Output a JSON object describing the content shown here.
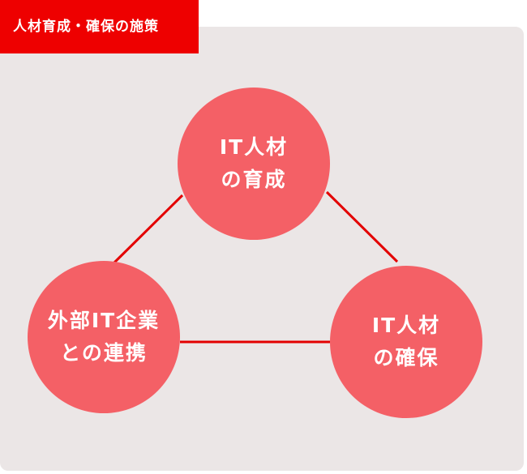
{
  "header": {
    "title": "人材育成・確保の施策"
  },
  "nodes": {
    "top": {
      "line1": "IT人材",
      "line2": "の育成"
    },
    "left": {
      "line1": "外部IT企業",
      "line2": "との連携"
    },
    "right": {
      "line1": "IT人材",
      "line2": "の確保"
    }
  },
  "colors": {
    "accent": "#ee0000",
    "node_fill": "#f46066",
    "panel_bg": "#ebe6e6",
    "connector": "#e30000"
  }
}
